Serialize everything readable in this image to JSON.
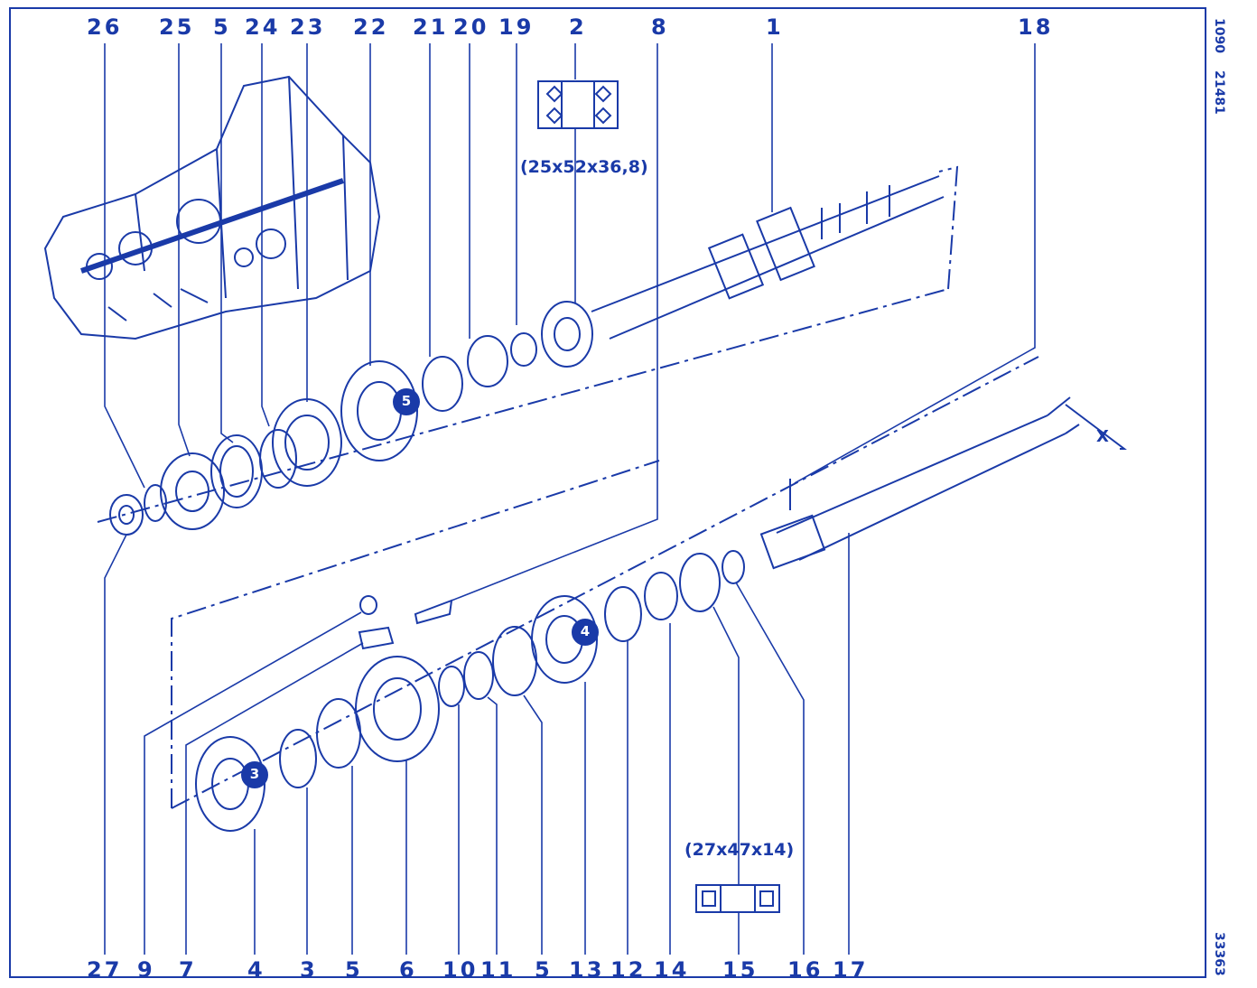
{
  "colors": {
    "ink": "#1a3aa8",
    "paper": "#ffffff"
  },
  "top_labels": [
    "26",
    "25",
    "5",
    "24",
    "23",
    "22",
    "21",
    "20",
    "19",
    "2",
    "8",
    "1",
    "18"
  ],
  "bottom_labels": [
    "27",
    "9",
    "7",
    "4",
    "3",
    "5",
    "6",
    "10",
    "11",
    "5",
    "13",
    "12",
    "14",
    "15",
    "16",
    "17"
  ],
  "gear_badges": [
    "5",
    "4",
    "3"
  ],
  "bearing_top_size": "(25x52x36,8)",
  "bearing_bottom_size": "(27x47x14)",
  "axis_marker": "X",
  "side_codes": [
    "1090",
    "21481",
    "33363"
  ]
}
